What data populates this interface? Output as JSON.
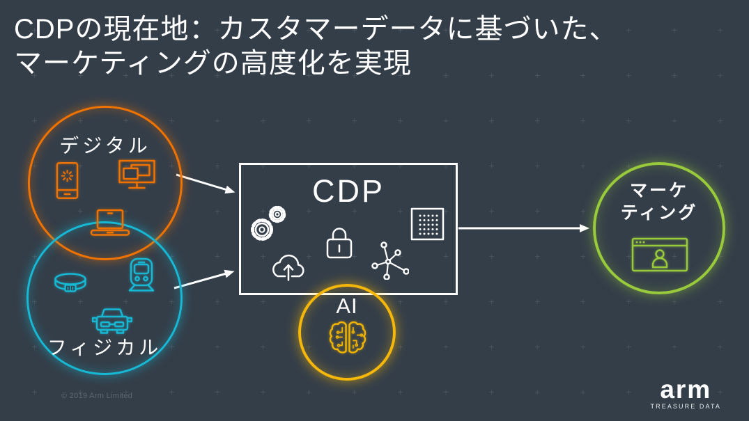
{
  "title": {
    "line1": "CDPの現在地：カスタマーデータに基づいた、",
    "line2": "マーケティングの高度化を実現"
  },
  "diagram": {
    "digital": {
      "label": "デジタル",
      "color": "#F07300",
      "icons": [
        "smartphone-icon",
        "dual-monitor-icon",
        "laptop-icon"
      ]
    },
    "physical": {
      "label": "フィジカル",
      "color": "#17B8D4",
      "icons": [
        "wristband-icon",
        "train-icon",
        "car-icon"
      ]
    },
    "cdp": {
      "label": "CDP",
      "border_color": "#FFFFFF",
      "icons": [
        "gears-icon",
        "lock-icon",
        "cloud-upload-icon",
        "network-nodes-icon",
        "chip-grid-icon"
      ]
    },
    "ai": {
      "label": "AI",
      "color": "#F5B70A",
      "icons": [
        "brain-circuit-icon"
      ]
    },
    "marketing": {
      "label_line1": "マーケ",
      "label_line2": "ティング",
      "color": "#98CA3C",
      "icons": [
        "browser-user-icon"
      ]
    },
    "arrows": [
      "digital-to-cdp",
      "physical-to-cdp",
      "cdp-to-marketing"
    ],
    "arrow_color": "#FFFFFF"
  },
  "footer": {
    "copyright": "© 2019 Arm Limited"
  },
  "logo": {
    "brand": "arm",
    "subtitle": "TREASURE DATA"
  }
}
